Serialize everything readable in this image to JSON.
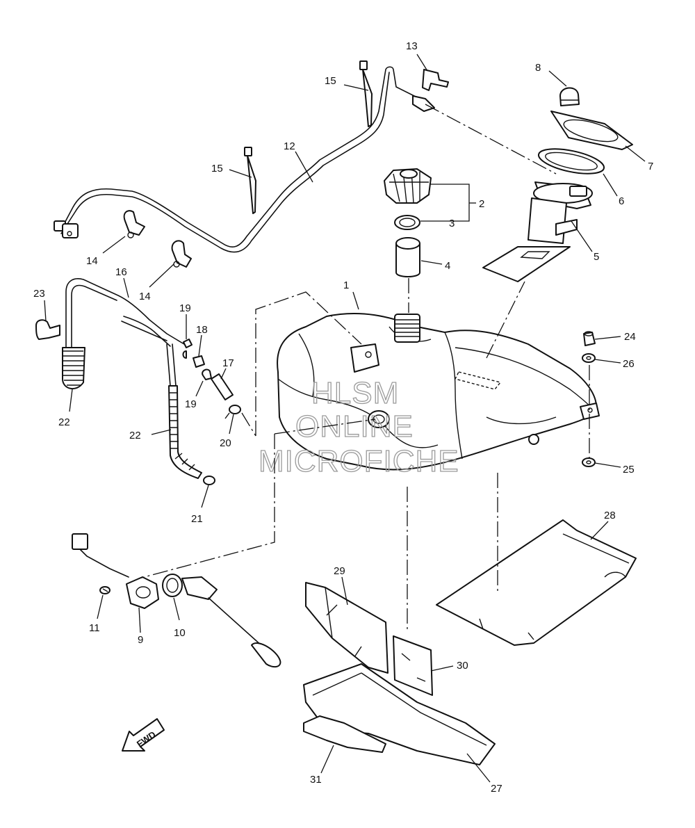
{
  "watermark": {
    "line1": "HLSM",
    "line2": "ONLINE",
    "line3": "MICROFICHE"
  },
  "fwd_label": "FWD",
  "callouts": {
    "c1": "1",
    "c2": "2",
    "c3": "3",
    "c4": "4",
    "c5": "5",
    "c6": "6",
    "c7": "7",
    "c8": "8",
    "c9": "9",
    "c10": "10",
    "c11": "11",
    "c12": "12",
    "c13": "13",
    "c14a": "14",
    "c14b": "14",
    "c15a": "15",
    "c15b": "15",
    "c16": "16",
    "c17": "17",
    "c18": "18",
    "c19a": "19",
    "c19b": "19",
    "c20": "20",
    "c21": "21",
    "c22a": "22",
    "c22b": "22",
    "c23": "23",
    "c24": "24",
    "c25": "25",
    "c26": "26",
    "c27": "27",
    "c28": "28",
    "c29": "29",
    "c30": "30",
    "c31": "31"
  },
  "icons": {
    "fuel_cap": "fuel-cap-icon",
    "fwd_arrow": "fwd-arrow-icon"
  }
}
